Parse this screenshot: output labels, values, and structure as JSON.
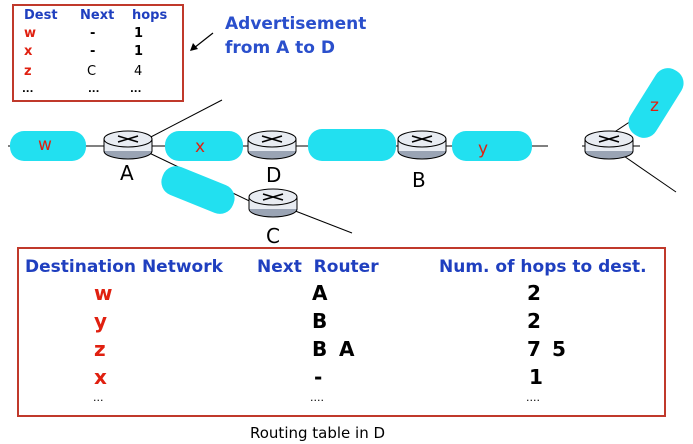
{
  "advertisement": {
    "headers": [
      "Dest",
      "Next",
      "hops"
    ],
    "rows": [
      [
        "w",
        "-",
        "1"
      ],
      [
        "x",
        "-",
        "1"
      ],
      [
        "z",
        "C",
        "4"
      ],
      [
        "...",
        "...",
        "..."
      ]
    ],
    "title_line1": "Advertisement",
    "title_line2": "from A to D"
  },
  "network": {
    "routers": [
      "A",
      "D",
      "B",
      "C"
    ],
    "networks": [
      "w",
      "x",
      "y",
      "z"
    ]
  },
  "routing_table": {
    "headers": [
      "Destination Network",
      "Next  Router",
      "Num. of hops to dest."
    ],
    "rows": [
      {
        "dest": "w",
        "next": "A",
        "hops": "2"
      },
      {
        "dest": "y",
        "next": "B",
        "hops": "2"
      },
      {
        "dest": "z",
        "next_old": "B",
        "next": "A",
        "hops_old": "7",
        "hops": "5"
      },
      {
        "dest": "x",
        "next": "-",
        "hops": "1"
      },
      {
        "dest": "...",
        "next": "....",
        "hops": "...."
      }
    ],
    "caption": "Routing table in D"
  },
  "colors": {
    "network_fill": "#22e0f0",
    "box_border": "#c0392b",
    "header_blue": "#1f3fbf",
    "dest_red": "#e02010"
  }
}
